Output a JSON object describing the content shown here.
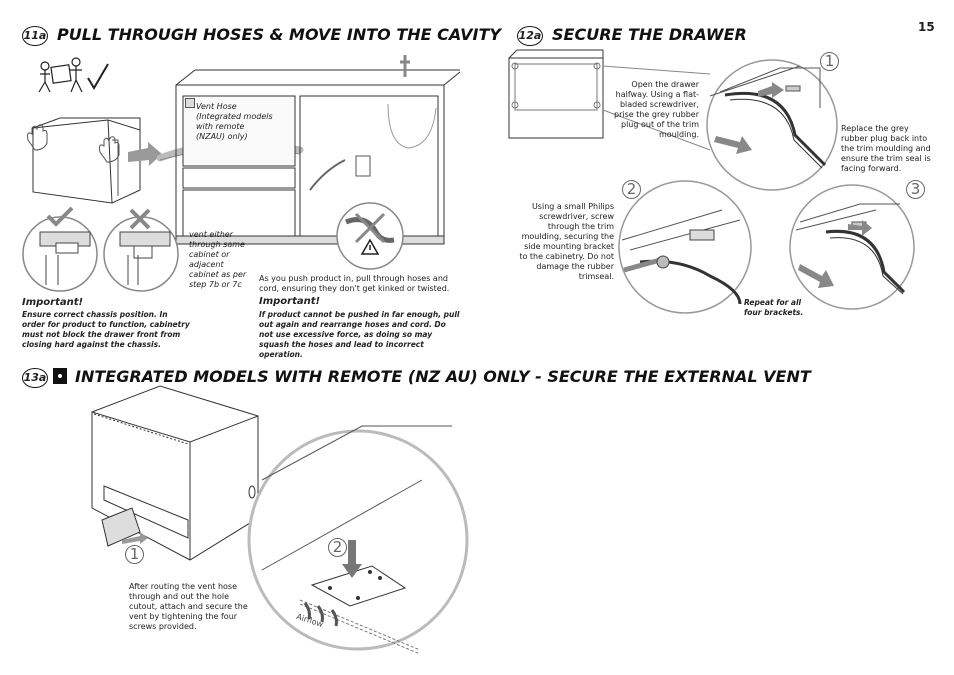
{
  "page_number": "15",
  "section_11a": {
    "badge": "11a",
    "title": "PULL THROUGH HOSES & MOVE INTO THE CAVITY",
    "vent_hose_note": "Vent Hose (Integrated models with remote (NZAU) only)",
    "vent_either_note": "vent either through same cabinet or adjacent cabinet as per step 7b or 7c",
    "important_left_heading": "Important!",
    "important_left_text": "Ensure correct chassis position. In order for product to function, cabinetry must not block the drawer front from closing hard against the chassis.",
    "push_text": "As you push product in, pull through hoses and cord, ensuring they don't get kinked or twisted.",
    "important_right_heading": "Important!",
    "important_right_text": "If product cannot be pushed in far enough, pull out again and rearrange hoses and cord. Do not use excessive force, as doing so may squash the hoses and lead to incorrect operation."
  },
  "section_12a": {
    "badge": "12a",
    "title": "SECURE THE DRAWER",
    "step1_text": "Open the drawer halfway. Using a flat-bladed screwdriver, prise the grey rubber plug out of the trim moulding.",
    "step1_num": "1",
    "step2_text": "Using a small Philips screwdriver, screw through the trim moulding, securing the side mounting bracket to the cabinetry. Do not damage the rubber trimseal.",
    "step2_num": "2",
    "step3_text": "Replace the grey rubber plug back into the trim moulding and ensure the trim seal is facing forward.",
    "step3_num": "3",
    "repeat_text": "Repeat for all four brackets."
  },
  "section_13a": {
    "badge": "13a",
    "title": "INTEGRATED MODELS WITH REMOTE (NZ AU) ONLY - SECURE THE EXTERNAL VENT",
    "step1_num": "1",
    "step2_num": "2",
    "vent_text": "After routing the vent hose through and out the hole cutout, attach and secure the vent by tightening the four screws provided.",
    "airflow_label": "Airflow"
  },
  "icons": [
    "two-person-lift-icon",
    "checkmark-icon",
    "hand-icon",
    "arrow-icon",
    "warning-icon",
    "cross-icon",
    "remote-icon"
  ]
}
